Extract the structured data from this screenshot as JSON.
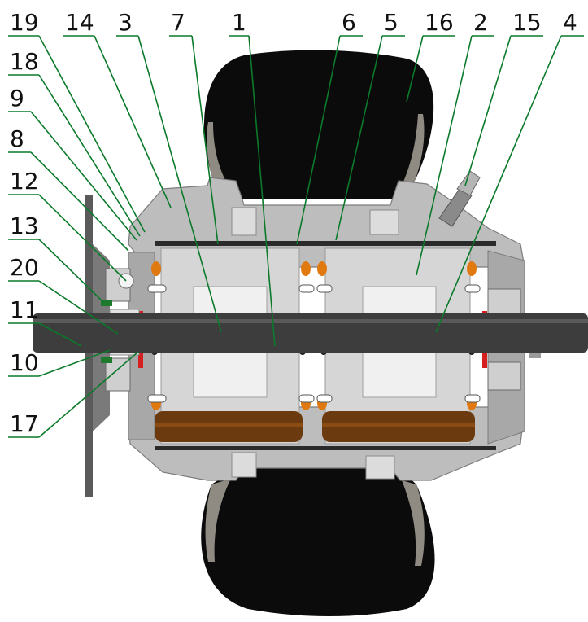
{
  "colors": {
    "tire": "#0b0b0b",
    "tire_sidewall": "#8f8a82",
    "housing": "#bdbdbd",
    "housing_dark": "#8a8a8a",
    "housing_light": "#dcdcdc",
    "shaft": "#3d3d3d",
    "stator_core": "#d6d6d6",
    "coil": "#6b3a0e",
    "coil_end": "#e07a10",
    "seal_red": "#d62020",
    "leader_green": "#0a7a2a",
    "text": "#111111"
  },
  "callouts": {
    "top": [
      "19",
      "14",
      "3",
      "7",
      "1",
      "6",
      "5",
      "16",
      "2",
      "15",
      "4"
    ],
    "left": [
      "18",
      "9",
      "8",
      "12",
      "13",
      "20",
      "11",
      "10",
      "17"
    ]
  }
}
